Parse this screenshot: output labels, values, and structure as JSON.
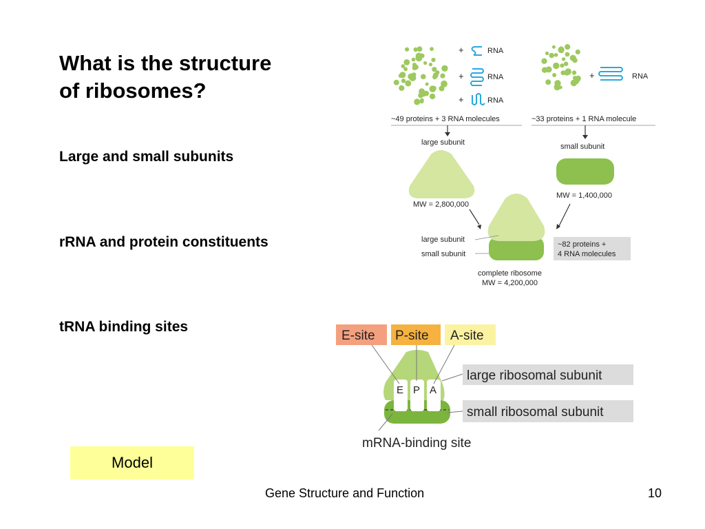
{
  "slide": {
    "title_line1": "What is the structure",
    "title_line2": "of ribosomes?",
    "bullets": [
      "Large and small subunits",
      "rRNA and protein constituents",
      "tRNA binding sites"
    ],
    "model_button": "Model",
    "footer": {
      "title": "Gene Structure and Function",
      "page": "10"
    }
  },
  "ribosome_diagram": {
    "plus": "+",
    "rna": "RNA",
    "large_mix_caption": "~49 proteins + 3 RNA molecules",
    "small_mix_caption": "~33 proteins + 1 RNA molecule",
    "large_subunit": "large subunit",
    "small_subunit": "small subunit",
    "large_mw": "MW = 2,800,000",
    "small_mw": "MW = 1,400,000",
    "complete_large": "large subunit",
    "complete_small": "small subunit",
    "total_line1": "~82 proteins +",
    "total_line2": "4 RNA molecules",
    "complete_caption": "complete ribosome",
    "complete_mw": "MW = 4,200,000",
    "colors": {
      "light_green": "#d4e6a0",
      "green": "#8dc04f",
      "dots": "#9dc95e",
      "rna_blue": "#29a8df",
      "total_box": "#dcdcdc"
    }
  },
  "trna_diagram": {
    "e_site": "E-site",
    "p_site": "P-site",
    "a_site": "A-site",
    "e": "E",
    "p": "P",
    "a": "A",
    "large_label": "large ribosomal subunit",
    "small_label": "small ribosomal subunit",
    "mrna_label": "mRNA-binding site",
    "colors": {
      "e_site": "#f4a07f",
      "p_site": "#f5b240",
      "a_site": "#fbf3a2",
      "label_box": "#dcdcdc"
    }
  }
}
